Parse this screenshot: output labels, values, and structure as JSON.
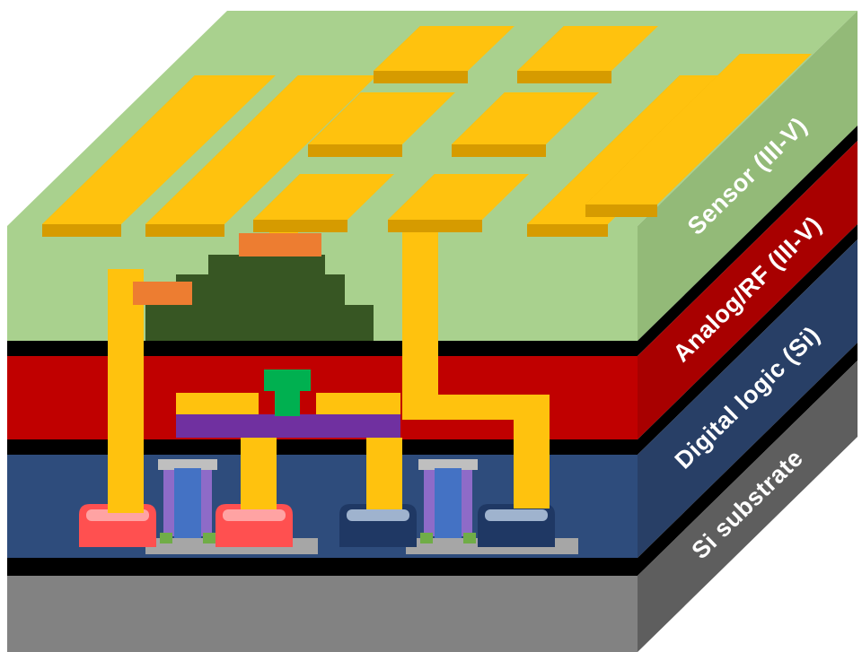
{
  "palette": {
    "gold": "#FFC20E",
    "gold_front": "#D69B00",
    "gold_side": "#EAAC00",
    "orange": "#ED7D31",
    "mesa_green": "#375623",
    "gate_green": "#00B050",
    "purple": "#7030A0",
    "violet": "#8E6BC8",
    "gate_blue": "#4472C4",
    "small_green": "#70AD47",
    "pink": "#FF5050",
    "pink_light": "#FFA3A3",
    "navy": "#1F3864",
    "navy_light": "#9FB3CE",
    "gray_bar": "#A6A6A6",
    "gate_cap": "#BFBFBF",
    "black": "#000000"
  },
  "layers": [
    {
      "name": "sensor",
      "label": "Sensor (III-V)",
      "front": "#A9D18E",
      "side": "#93BA78",
      "top": "#A9D18E"
    },
    {
      "name": "analog_rf",
      "label": "Analog/RF (III-V)",
      "front": "#C00000",
      "side": "#A80000"
    },
    {
      "name": "digital_logic",
      "label": "Digital logic (Si)",
      "front": "#2E4C7C",
      "side": "#283F66"
    },
    {
      "name": "substrate",
      "label": "Si substrate",
      "front": "#828282",
      "side": "#5E5E5E"
    }
  ],
  "label_style": {
    "color": "#FFFFFF"
  }
}
